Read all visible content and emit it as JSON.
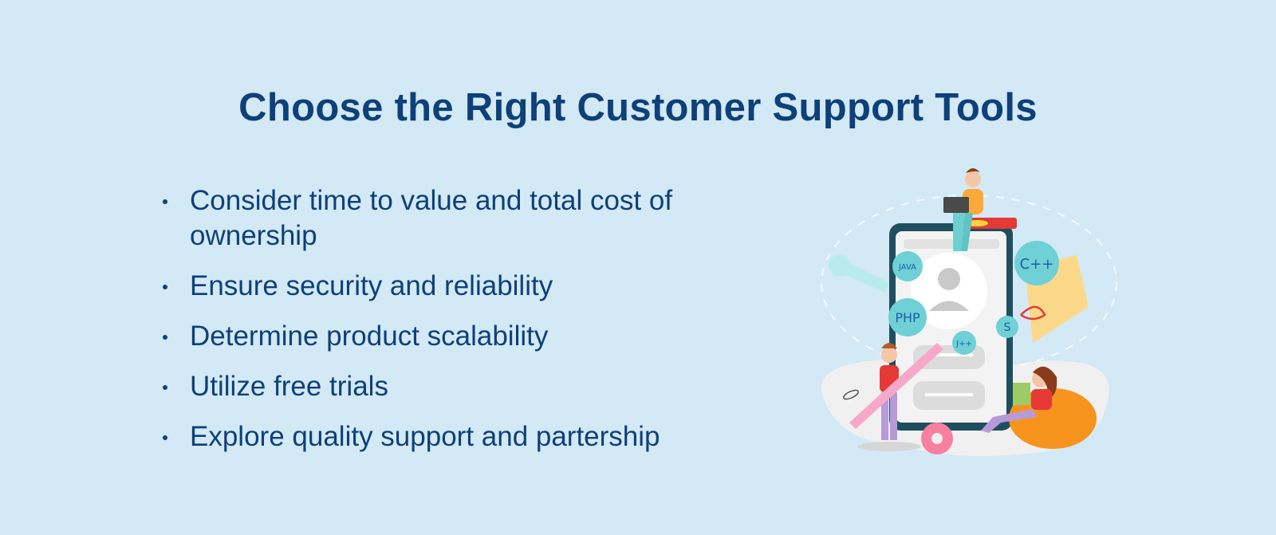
{
  "title": "Choose the Right Customer Support Tools",
  "bullets": [
    "Consider time to value and total cost of ownership",
    "Ensure security and reliability",
    "Determine product scalability",
    "Utilize free trials",
    "Explore quality support and partership"
  ],
  "illustration": {
    "bubbles": [
      "JAVA",
      "C++",
      "PHP",
      "S",
      "J++"
    ]
  },
  "colors": {
    "background": "#d3e9f5",
    "text": "#0e4079",
    "bubble": "#6fd0d6",
    "phone_frame": "#1f4e5f"
  }
}
